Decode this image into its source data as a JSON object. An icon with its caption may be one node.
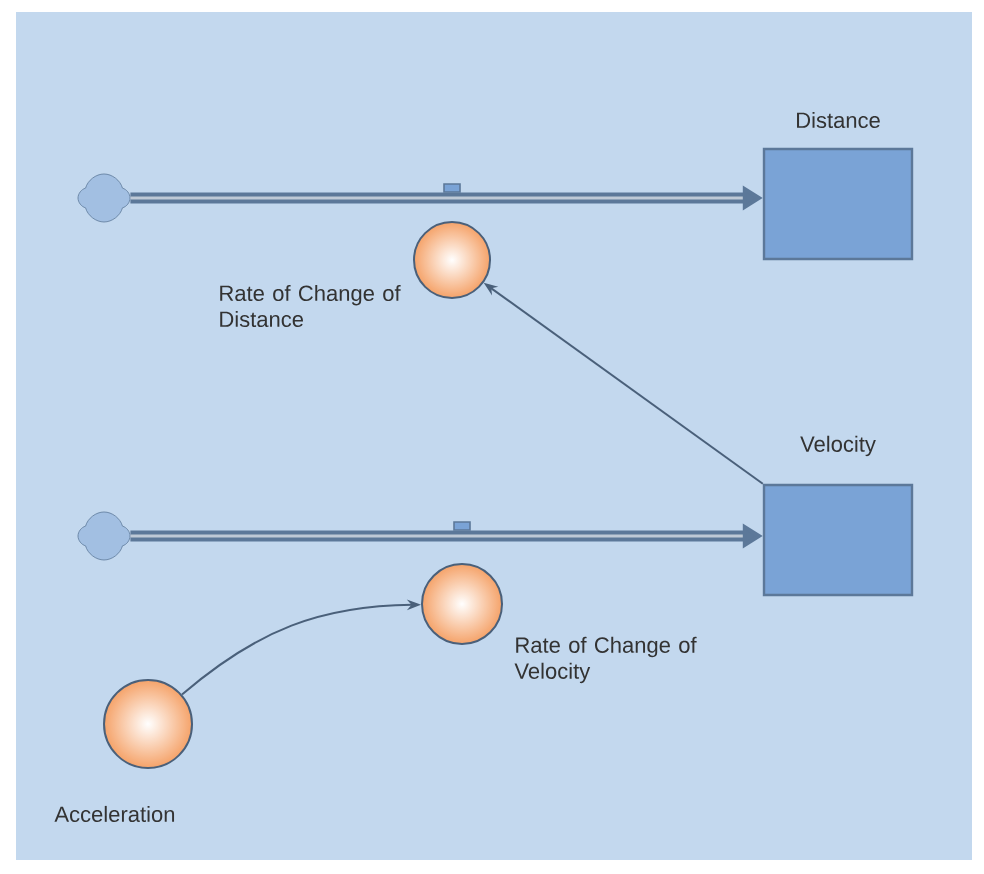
{
  "diagram": {
    "nodes": [
      {
        "text": [],
        "shape": "cloud"
      },
      {
        "text": [
          "Distance"
        ]
      },
      {
        "text": [
          "Rate of Change of Distance"
        ]
      },
      {
        "text": [],
        "shape": "cloud"
      },
      {
        "text": [
          "Velocity"
        ]
      },
      {
        "text": [
          "Rate of Change of Velocity"
        ]
      },
      {
        "text": [
          "Acceleration"
        ]
      }
    ],
    "edges": [
      {
        "from": 0,
        "to": 1,
        "arrow": "to",
        "style": "thick"
      },
      {
        "from": 4,
        "to": 2,
        "arrow": "to"
      },
      {
        "from": 3,
        "to": 4,
        "arrow": "to",
        "style": "thick"
      },
      {
        "from": 6,
        "to": 5,
        "arrow": "to"
      }
    ]
  }
}
